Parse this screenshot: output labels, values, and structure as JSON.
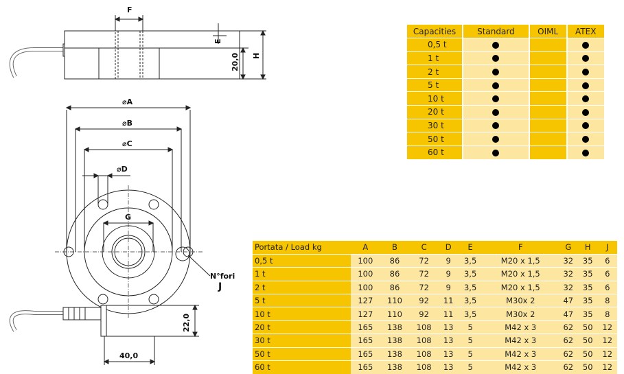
{
  "drawing": {
    "dims": {
      "F": "F",
      "E": "E",
      "H": "H",
      "h20": "20,0",
      "A": "⌀A",
      "B": "⌀B",
      "C": "⌀C",
      "D": "⌀D",
      "G": "G",
      "holes": "N°fori",
      "J": "J",
      "h22": "22,0",
      "w40": "40,0"
    }
  },
  "capacities_table": {
    "headers": [
      "Capacities",
      "Standard",
      "OIML",
      "ATEX"
    ],
    "rows": [
      {
        "capacity": "0,5 t",
        "standard": true,
        "oiml": false,
        "atex": true
      },
      {
        "capacity": "1 t",
        "standard": true,
        "oiml": false,
        "atex": true
      },
      {
        "capacity": "2 t",
        "standard": true,
        "oiml": false,
        "atex": true
      },
      {
        "capacity": "5 t",
        "standard": true,
        "oiml": false,
        "atex": true
      },
      {
        "capacity": "10 t",
        "standard": true,
        "oiml": false,
        "atex": true
      },
      {
        "capacity": "20 t",
        "standard": true,
        "oiml": false,
        "atex": true
      },
      {
        "capacity": "30 t",
        "standard": true,
        "oiml": false,
        "atex": true
      },
      {
        "capacity": "50 t",
        "standard": true,
        "oiml": false,
        "atex": true
      },
      {
        "capacity": "60 t",
        "standard": true,
        "oiml": false,
        "atex": true
      }
    ]
  },
  "load_table": {
    "headers": [
      "Portata / Load kg",
      "A",
      "B",
      "C",
      "D",
      "E",
      "F",
      "G",
      "H",
      "J"
    ],
    "rows": [
      [
        "0,5 t",
        "100",
        "86",
        "72",
        "9",
        "3,5",
        "M20 x 1,5",
        "32",
        "35",
        "6"
      ],
      [
        "1 t",
        "100",
        "86",
        "72",
        "9",
        "3,5",
        "M20 x 1,5",
        "32",
        "35",
        "6"
      ],
      [
        "2 t",
        "100",
        "86",
        "72",
        "9",
        "3,5",
        "M20 x 1,5",
        "32",
        "35",
        "6"
      ],
      [
        "5 t",
        "127",
        "110",
        "92",
        "11",
        "3,5",
        "M30x 2",
        "47",
        "35",
        "8"
      ],
      [
        "10 t",
        "127",
        "110",
        "92",
        "11",
        "3,5",
        "M30x 2",
        "47",
        "35",
        "8"
      ],
      [
        "20 t",
        "165",
        "138",
        "108",
        "13",
        "5",
        "M42 x 3",
        "62",
        "50",
        "12"
      ],
      [
        "30 t",
        "165",
        "138",
        "108",
        "13",
        "5",
        "M42 x 3",
        "62",
        "50",
        "12"
      ],
      [
        "50 t",
        "165",
        "138",
        "108",
        "13",
        "5",
        "M42 x 3",
        "62",
        "50",
        "12"
      ],
      [
        "60 t",
        "165",
        "138",
        "108",
        "13",
        "5",
        "M42 x 3",
        "62",
        "50",
        "12"
      ]
    ]
  }
}
